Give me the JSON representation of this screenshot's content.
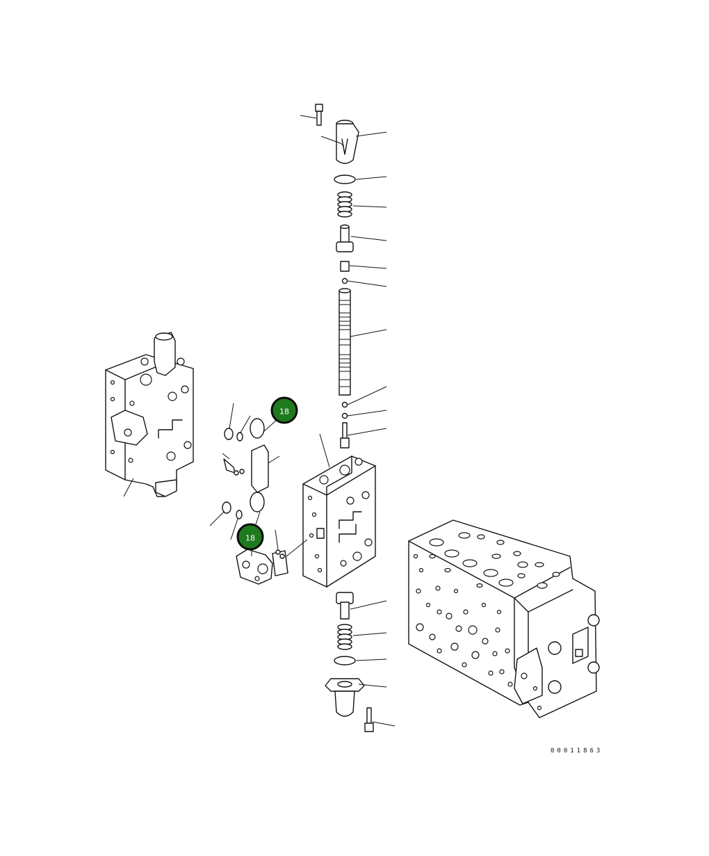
{
  "drawing_number": "00011863",
  "callouts": [
    {
      "label": "18",
      "color": "#1f7a1f"
    },
    {
      "label": "18",
      "color": "#1f7a1f"
    }
  ],
  "icons": {
    "callout": "numbered-callout-icon"
  }
}
